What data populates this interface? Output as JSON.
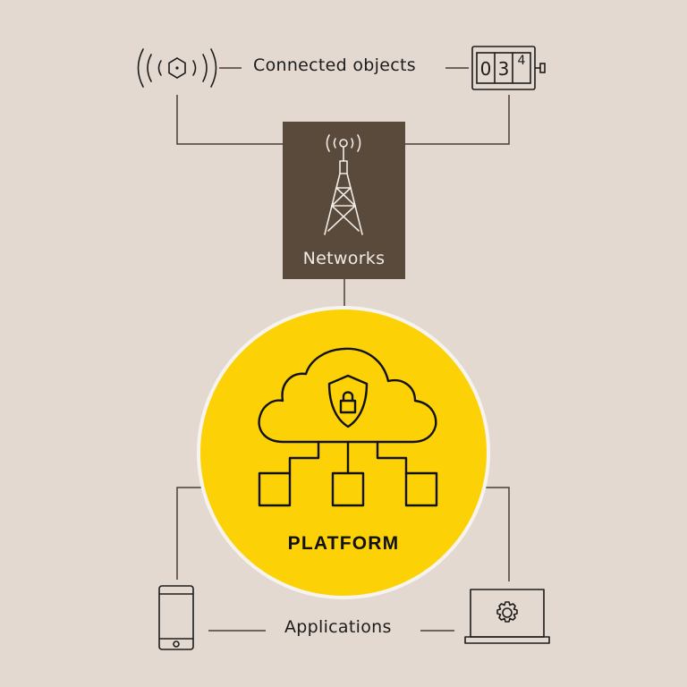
{
  "diagram": {
    "objects_label": "Connected objects",
    "networks_label": "Networks",
    "platform_label": "PLATFORM",
    "applications_label": "Applications",
    "meter_digits": [
      "0",
      "3",
      "4"
    ]
  },
  "icons": {
    "sensor": "wireless-sensor-icon",
    "meter": "digital-meter-icon",
    "tower": "antenna-tower-icon",
    "cloud": "cloud-security-icon",
    "phone": "smartphone-icon",
    "laptop": "laptop-settings-icon"
  },
  "colors": {
    "background": "#e3d9d0",
    "networks_box": "#5a4a3c",
    "platform": "#fcd206",
    "line": "#4a3e34"
  }
}
